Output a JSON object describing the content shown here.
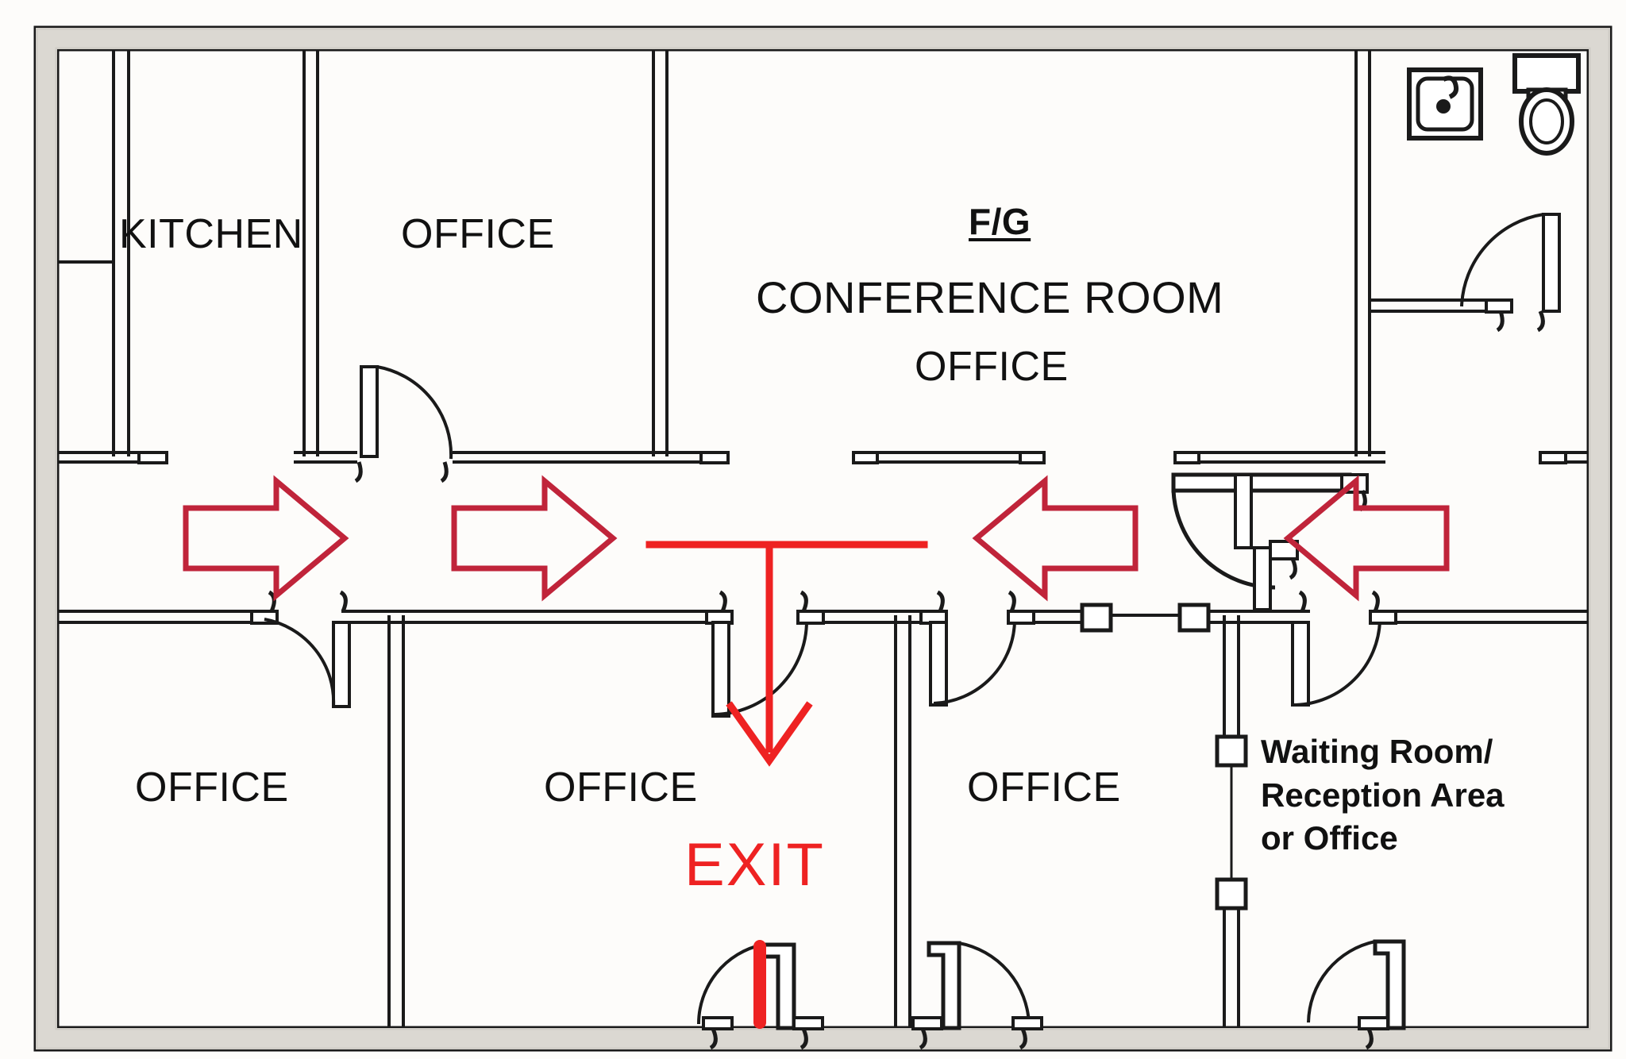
{
  "document": {
    "type": "floor-plan",
    "title": "Office Suite Floor Plan with Egress Route"
  },
  "colors": {
    "wall": "#1a1a1a",
    "wall_fill": "#d9d6d0",
    "paper": "#fdfcfa",
    "route_red": "#ee2222",
    "arrow_red": "#c0243a",
    "text": "#111111"
  },
  "labels": {
    "kitchen": "KITCHEN",
    "office_top_left": "OFFICE",
    "conference_tag": "F/G",
    "conference_title": "CONFERENCE ROOM",
    "conference_sub": "OFFICE",
    "office_bottom_left": "OFFICE",
    "office_bottom_center": "OFFICE",
    "office_bottom_right": "OFFICE",
    "waiting_line1": "Waiting Room/",
    "waiting_line2": "Reception Area",
    "waiting_line3": "or Office",
    "exit": "EXIT"
  },
  "rooms": [
    {
      "name": "kitchen",
      "label": "KITCHEN",
      "zone": "top-left"
    },
    {
      "name": "office-top-left",
      "label": "OFFICE",
      "zone": "top"
    },
    {
      "name": "conference-room-office",
      "label": "CONFERENCE ROOM OFFICE",
      "tag": "F/G",
      "zone": "top-center"
    },
    {
      "name": "restroom",
      "label": "",
      "zone": "top-right",
      "fixtures": [
        "sink",
        "toilet"
      ]
    },
    {
      "name": "office-bottom-left",
      "label": "OFFICE",
      "zone": "bottom-left"
    },
    {
      "name": "office-bottom-center",
      "label": "OFFICE",
      "zone": "bottom-center"
    },
    {
      "name": "office-bottom-right",
      "label": "OFFICE",
      "zone": "bottom-right"
    },
    {
      "name": "waiting-room-reception",
      "label": "Waiting Room/ Reception Area or Office",
      "zone": "right"
    }
  ],
  "egress": {
    "exit_label": "EXIT",
    "arrows": [
      {
        "name": "egress-arrow-1",
        "direction": "right"
      },
      {
        "name": "egress-arrow-2",
        "direction": "right"
      },
      {
        "name": "egress-arrow-3",
        "direction": "left"
      },
      {
        "name": "egress-arrow-4",
        "direction": "left"
      }
    ],
    "route": "corridor converges at center then exits south"
  },
  "fixtures": [
    {
      "name": "sink-fixture",
      "room": "restroom"
    },
    {
      "name": "toilet-fixture",
      "room": "restroom"
    }
  ]
}
